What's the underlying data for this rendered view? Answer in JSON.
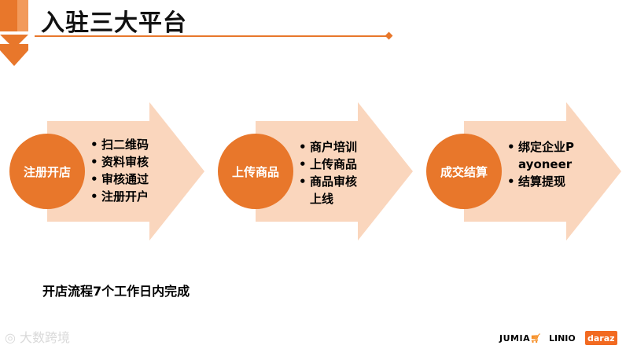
{
  "header": {
    "title": "入驻三大平台"
  },
  "steps": [
    {
      "label": "注册开店",
      "bullets": [
        "扫二维码",
        "资料审核",
        "审核通过",
        "注册开户"
      ]
    },
    {
      "label": "上传商品",
      "bullets": [
        "商户培训",
        "上传商品",
        "商品审核上线"
      ]
    },
    {
      "label": "成交结算",
      "bullets": [
        "绑定企业Payoneer",
        "结算提现"
      ]
    }
  ],
  "note": "开店流程7个工作日内完成",
  "watermark": "大数跨境",
  "brands": [
    "JUMIA",
    "LINIO",
    "daraz"
  ],
  "colors": {
    "accent": "#e8772b",
    "arrow_fill": "#fad6bd"
  }
}
